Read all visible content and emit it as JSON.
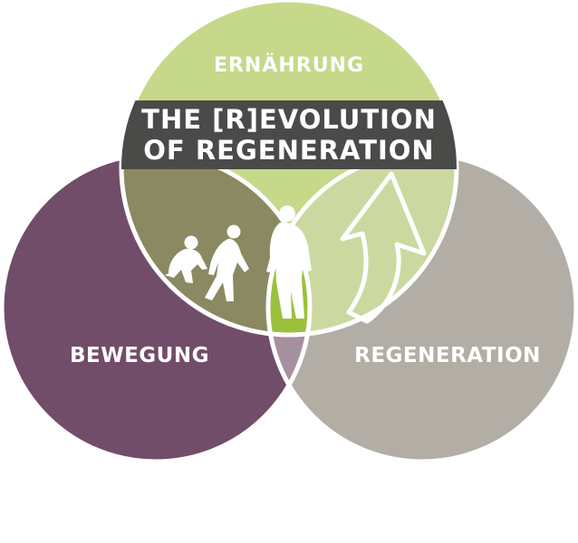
{
  "diagram": {
    "circles": {
      "top": {
        "label": "ERNÄHRUNG",
        "color": "#c6d88a"
      },
      "left": {
        "label": "BEWEGUNG",
        "color": "#714d69"
      },
      "right": {
        "label": "REGENERATION",
        "color": "#b2aea5"
      }
    },
    "banner": {
      "line1": "THE [R]EVOLUTION",
      "line2": "OF REGENERATION",
      "color": "#4a4b49"
    },
    "overlap_colors": {
      "top_left": "#8a8962",
      "top_right": "#cbd9a0",
      "left_right": "#a6909f",
      "center": "#9bc13c"
    },
    "icons": [
      "crouching-figure-icon",
      "walking-figure-icon",
      "standing-figure-icon",
      "upward-arrow-icon"
    ]
  }
}
